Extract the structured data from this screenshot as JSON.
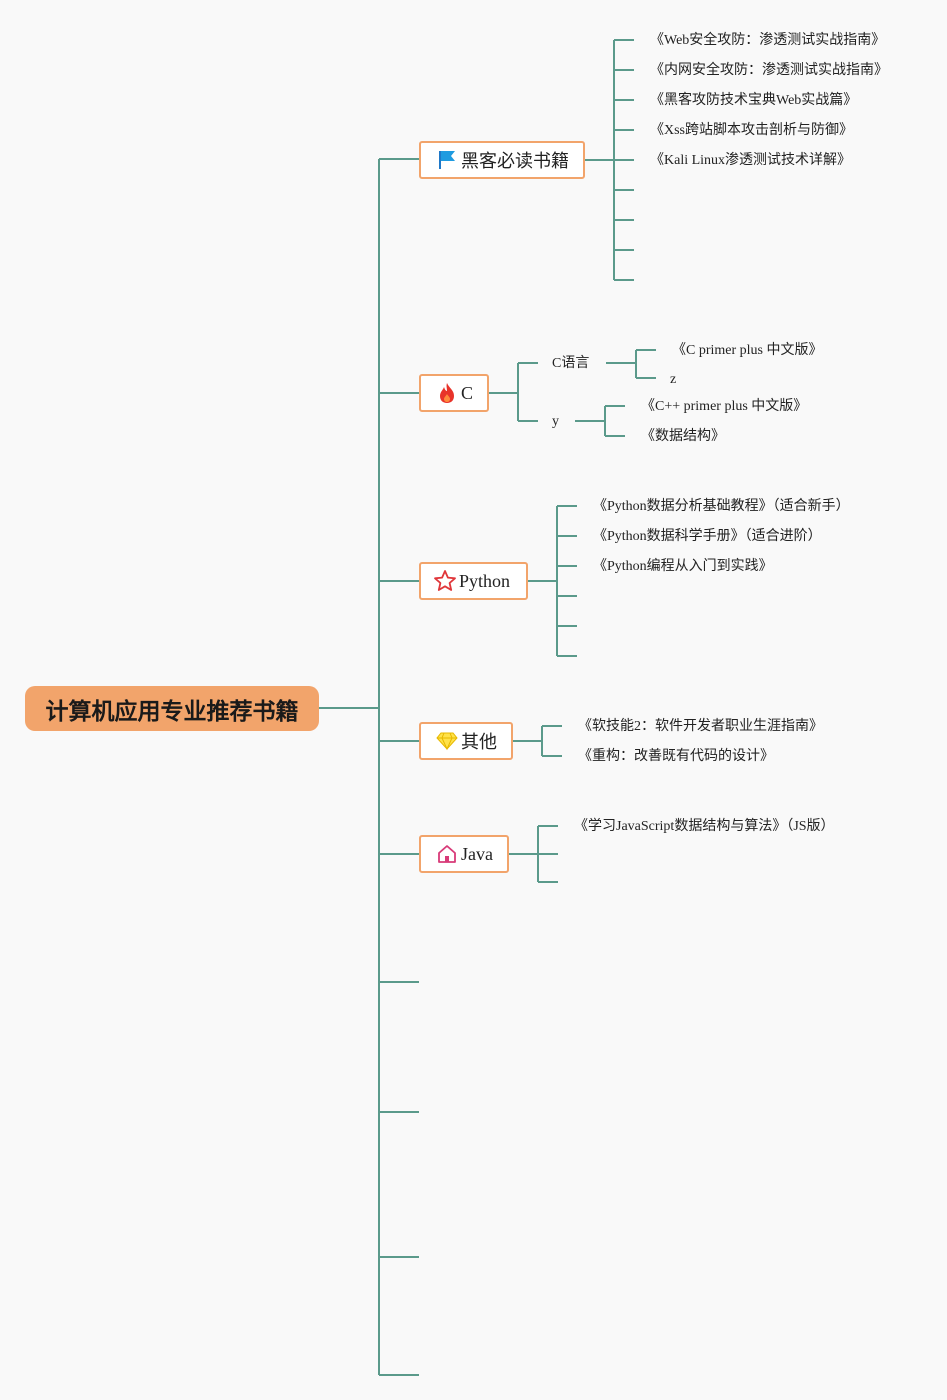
{
  "root": {
    "label": "计算机应用专业推荐书籍"
  },
  "colors": {
    "line": "#5b9a8b",
    "accent": "#f2a46b",
    "node_bg": "#ffffff",
    "background": "#f9f9f9"
  },
  "branches": {
    "hacker": {
      "label": "黑客必读书籍",
      "icon": "flag-icon",
      "books": [
        "《Web安全攻防：渗透测试实战指南》",
        "《内网安全攻防：渗透测试实战指南》",
        "《黑客攻防技术宝典Web实战篇》",
        "《Xss跨站脚本攻击剖析与防御》",
        "《Kali Linux渗透测试技术详解》"
      ]
    },
    "c": {
      "label": "C",
      "icon": "fire-icon",
      "sub1": {
        "label": "C语言",
        "items": [
          "《C primer plus 中文版》",
          "z"
        ]
      },
      "sub2": {
        "label": "y",
        "items": [
          "《C++ primer plus 中文版》",
          "《数据结构》"
        ]
      }
    },
    "python": {
      "label": "Python",
      "icon": "star-icon",
      "books": [
        "《Python数据分析基础教程》（适合新手）",
        "《Python数据科学手册》（适合进阶）",
        "《Python编程从入门到实践》"
      ]
    },
    "other": {
      "label": "其他",
      "icon": "diamond-icon",
      "books": [
        "《软技能2：软件开发者职业生涯指南》",
        "《重构：改善既有代码的设计》"
      ]
    },
    "java": {
      "label": "Java",
      "icon": "home-icon",
      "books": [
        "《学习JavaScript数据结构与算法》（JS版）"
      ]
    }
  }
}
